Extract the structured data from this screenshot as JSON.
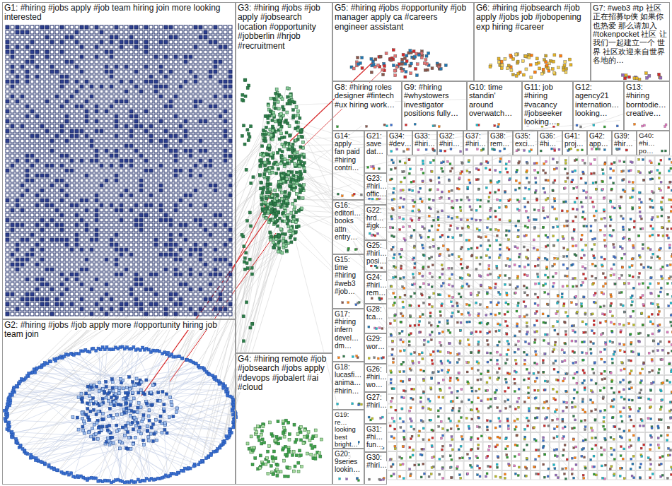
{
  "diagram": {
    "nodes": [
      {
        "text": [
          "G1: #hiring #jobs apply #job team hiring join more looking interested"
        ]
      },
      {
        "text": [
          "G2: #hiring #jobs #job apply more #opportunity hiring job team join"
        ]
      },
      {
        "text": [
          "G3: #hiring #jobs #job apply #jobsearch location #opportunity #jobberlin #hrjob #recruitment"
        ]
      },
      {
        "text": [
          "G4: #hiring remote #job #jobsearch #jobs apply #devops #jobalert #ai #cloud"
        ]
      },
      {
        "text": [
          "G5: #hiring #jobs #opportunity #job manager apply ca #careers engineer assistant"
        ]
      },
      {
        "text": [
          "G6: #hiring #jobsearch #job apply #jobs job #jobopening exp hiring #career"
        ]
      },
      {
        "text": [
          "G7: #web3 #tp 社区正在招募tp侠 如果你也热爱 那么请加入 #tokenpocket 社区 让我们一起建立一个 世界 社区欢迎来自世界各地的…"
        ]
      },
      {
        "text": [
          "G8: #hiring roles designer #fintech #ux hiring work…"
        ]
      },
      {
        "text": [
          "G9: #hiring #whystowers investigator positions fully…"
        ]
      },
      {
        "text": [
          "G10: time standin' around overwatch…"
        ]
      },
      {
        "text": [
          "G11: job #hiring #vacancy #jobseeker looking…"
        ]
      },
      {
        "text": [
          "G12: agency21 internation… looking…"
        ]
      },
      {
        "text": [
          "G13: #hiring borntodie… creative…"
        ]
      },
      {
        "text": [
          "G14: apply fan paid #hiring contri…"
        ]
      },
      {
        "text": [
          "G16: editori… books attn entry…"
        ]
      },
      {
        "text": [
          "G15: time #hiring #web3 #job…"
        ]
      },
      {
        "text": [
          "G17: #hiring infern devel… dm…"
        ]
      },
      {
        "text": [
          "G18: lucasfi… anima… #hirin…"
        ]
      },
      {
        "text": [
          "G19: re… looking best bright…"
        ]
      },
      {
        "text": [
          "G20: 9series lookin…"
        ]
      },
      {
        "text": [
          "G21: save dat…"
        ]
      },
      {
        "text": [
          "G23: #hiri… offic…"
        ]
      },
      {
        "text": [
          "G22: hrd… #jgk…"
        ]
      },
      {
        "text": [
          "G25: #hiri… posi…"
        ]
      },
      {
        "text": [
          "G24: #hiri… rem…"
        ]
      },
      {
        "text": [
          "G28: tca…"
        ]
      },
      {
        "text": [
          "G29: wor…"
        ]
      },
      {
        "text": [
          "G26: #hiri… wo…"
        ]
      },
      {
        "text": [
          "G27: #hiri…"
        ]
      },
      {
        "text": [
          "G31: #hi… fun…"
        ]
      },
      {
        "text": [
          "G30: #hiri…"
        ]
      },
      {
        "text": [
          "G34: #dev…"
        ]
      },
      {
        "text": [
          "G33: #hiri…"
        ]
      },
      {
        "text": [
          "G32: #hiri…"
        ]
      },
      {
        "text": [
          "G37: #hiri…"
        ]
      },
      {
        "text": [
          "G38: rem…"
        ]
      },
      {
        "text": [
          "G35: exci…"
        ]
      },
      {
        "text": [
          "G36: #hi…"
        ]
      },
      {
        "text": [
          "G41: proj…"
        ]
      },
      {
        "text": [
          "G42: app…"
        ]
      },
      {
        "text": [
          "G39: #hir…"
        ]
      },
      {
        "text": [
          "G40: #hi… po…"
        ]
      }
    ]
  }
}
